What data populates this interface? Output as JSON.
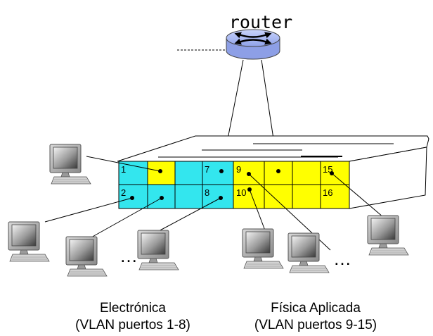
{
  "router": {
    "label": "router"
  },
  "ports": {
    "p1": "1",
    "p2": "2",
    "p7": "7",
    "p8": "8",
    "p9": "9",
    "p10": "10",
    "p15": "15",
    "p16": "16"
  },
  "ellipsis_left": "…",
  "ellipsis_right": "…",
  "groups": [
    {
      "name": "Electrónica",
      "detail": "(VLAN puertos 1-8)"
    },
    {
      "name": "Física Aplicada",
      "detail": "(VLAN puertos 9-15)"
    }
  ],
  "colors": {
    "vlan_electronica": "#33e6ee",
    "vlan_fisica": "#ffff00",
    "router": "#a7b7f2"
  }
}
